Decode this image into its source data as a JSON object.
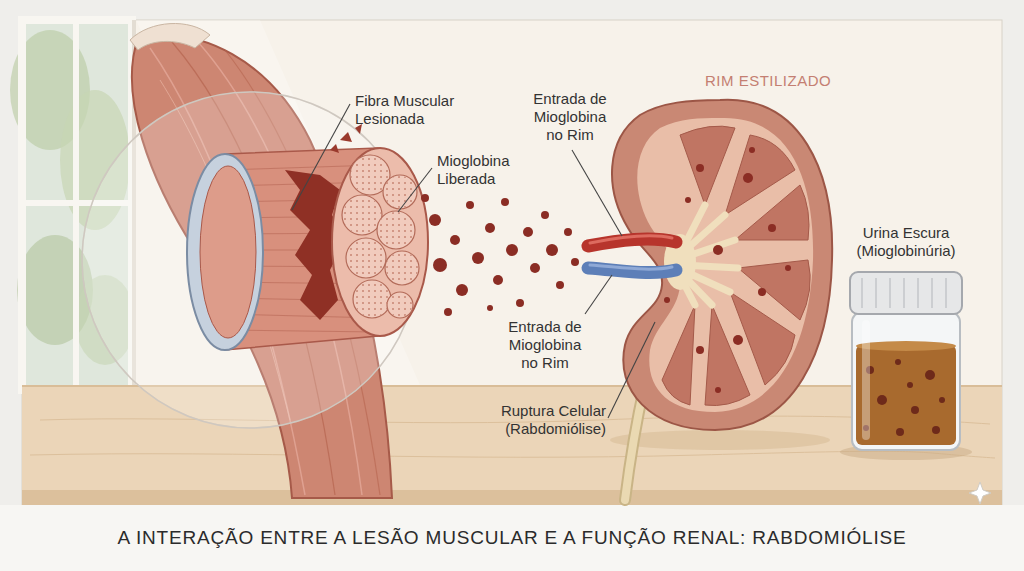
{
  "diagram": {
    "title": "A INTERAÇÃO ENTRE A LESÃO MUSCULAR E A FUNÇÃO RENAL: RABDOMIÓLISE",
    "labels": [
      "Fibra Muscular Lesionada",
      "Mioglobina Liberada",
      "RIM ESTILIZADO",
      "Entrada de Mioglobina no Rim",
      "Urina Escura (Mioglobinúria)",
      "Entrada de Mioglobina no Rim",
      "Ruptura Celular (Rabdomiólise)"
    ]
  }
}
